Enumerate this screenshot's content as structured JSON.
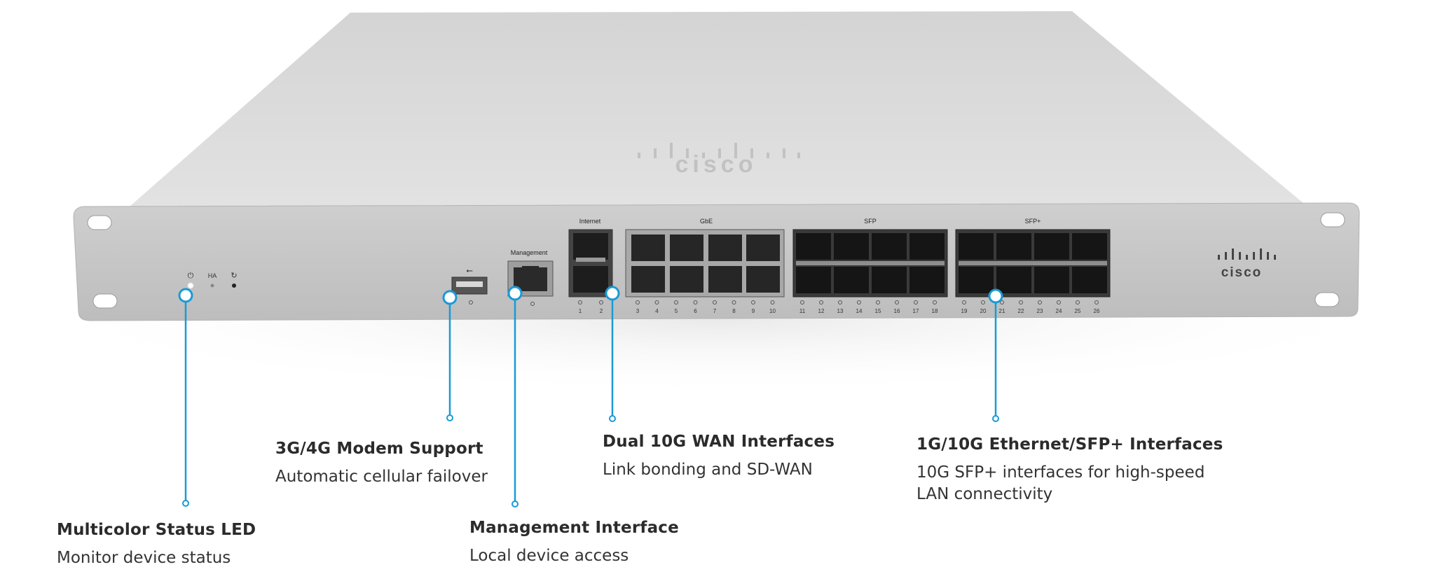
{
  "device": {
    "brand_top": "cisco",
    "brand_front": "cisco",
    "led_labels": {
      "power": "⏻",
      "ha": "HA",
      "reset": "↻"
    },
    "usb_label": "⭠",
    "port_groups": {
      "management": "Management",
      "internet": "Internet",
      "gbe": "GbE",
      "sfp": "SFP",
      "sfp_plus": "SFP+"
    },
    "port_numbers": [
      "1",
      "2",
      "3",
      "4",
      "5",
      "6",
      "7",
      "8",
      "9",
      "10",
      "11",
      "12",
      "13",
      "14",
      "15",
      "16",
      "17",
      "18",
      "19",
      "20",
      "21",
      "22",
      "23",
      "24",
      "25",
      "26"
    ]
  },
  "callouts": {
    "status_led": {
      "title": "Multicolor Status LED",
      "desc": "Monitor device status"
    },
    "modem": {
      "title": "3G/4G Modem Support",
      "desc": "Automatic cellular failover"
    },
    "management": {
      "title": "Management Interface",
      "desc": "Local device access"
    },
    "wan": {
      "title": "Dual 10G WAN Interfaces",
      "desc": "Link bonding and SD-WAN"
    },
    "sfp_plus": {
      "title": "1G/10G Ethernet/SFP+ Interfaces",
      "desc_line1": "10G SFP+ interfaces for high-speed",
      "desc_line2": "LAN connectivity"
    }
  },
  "colors": {
    "accent": "#1a9ad6",
    "chassis": "#d9d9d9",
    "front_panel": "#c7c7c7"
  }
}
